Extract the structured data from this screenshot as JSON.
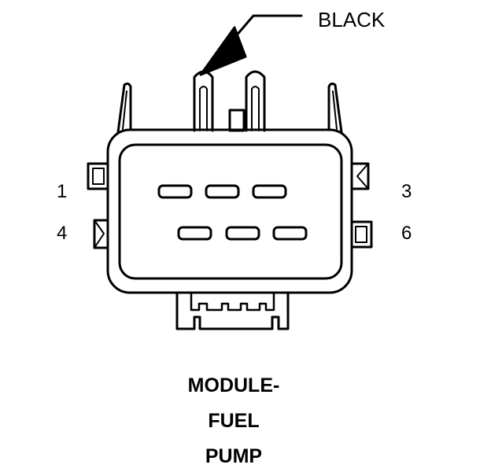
{
  "diagram": {
    "wire_color_label": "BLACK",
    "pins": {
      "p1": "1",
      "p3": "3",
      "p4": "4",
      "p6": "6"
    },
    "caption": {
      "line1": "MODULE-",
      "line2": "FUEL",
      "line3": "PUMP"
    }
  },
  "colors": {
    "ink": "#000000",
    "paper": "#ffffff"
  }
}
